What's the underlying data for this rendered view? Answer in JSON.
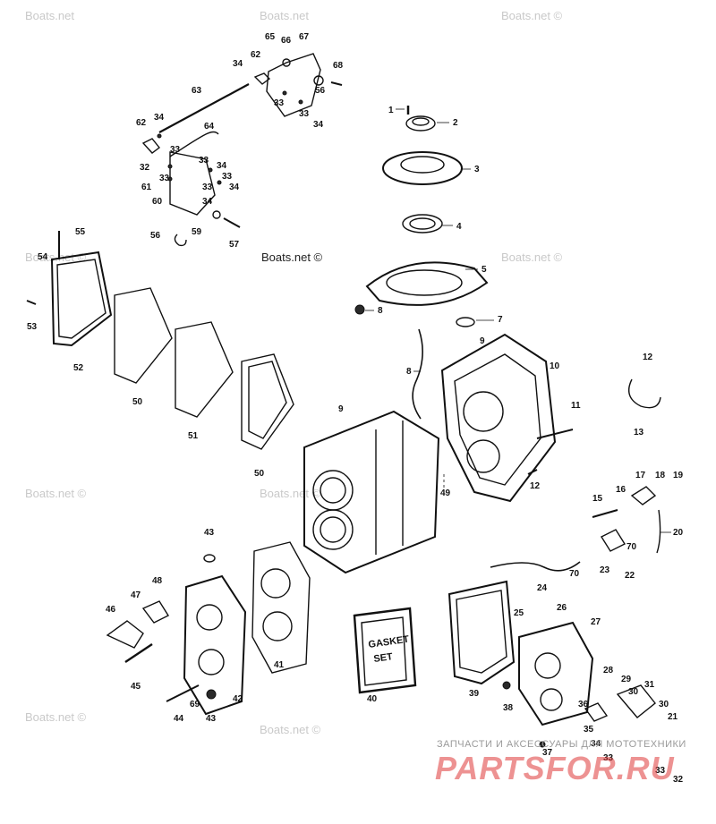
{
  "watermarks": [
    "Boats.net",
    "Boats.net",
    "Boats.net ©",
    "Boats.net ©",
    "Boats.net ©",
    "Boats.net ©",
    "Boats.net ©",
    "Boats.net ©",
    "Boats.net ©",
    "Boats.net ©"
  ],
  "gasket_box": [
    "GASKET",
    "SET"
  ],
  "footer": {
    "tagline": "ЗАПЧАСТИ И АКСЕССУАРЫ ДЛЯ МОТОТЕХНИКИ",
    "logo": "PARTSFOR.RU"
  },
  "callouts": [
    "65",
    "66",
    "67",
    "62",
    "34",
    "68",
    "56",
    "63",
    "33",
    "33",
    "34",
    "62",
    "34",
    "64",
    "33",
    "33",
    "34",
    "32",
    "33",
    "33",
    "34",
    "61",
    "33",
    "60",
    "34",
    "56",
    "59",
    "57",
    "55",
    "54",
    "53",
    "52",
    "50",
    "51",
    "50",
    "1",
    "2",
    "3",
    "4",
    "5",
    "8",
    "7",
    "9",
    "8",
    "10",
    "11",
    "12",
    "13",
    "9",
    "12",
    "49",
    "15",
    "16",
    "17",
    "18",
    "19",
    "20",
    "70",
    "23",
    "70",
    "22",
    "24",
    "43",
    "48",
    "47",
    "46",
    "45",
    "41",
    "42",
    "43",
    "44",
    "69",
    "40",
    "39",
    "25",
    "26",
    "27",
    "38",
    "28",
    "29",
    "30",
    "31",
    "30",
    "36",
    "35",
    "34",
    "37",
    "33",
    "21",
    "33",
    "32"
  ]
}
